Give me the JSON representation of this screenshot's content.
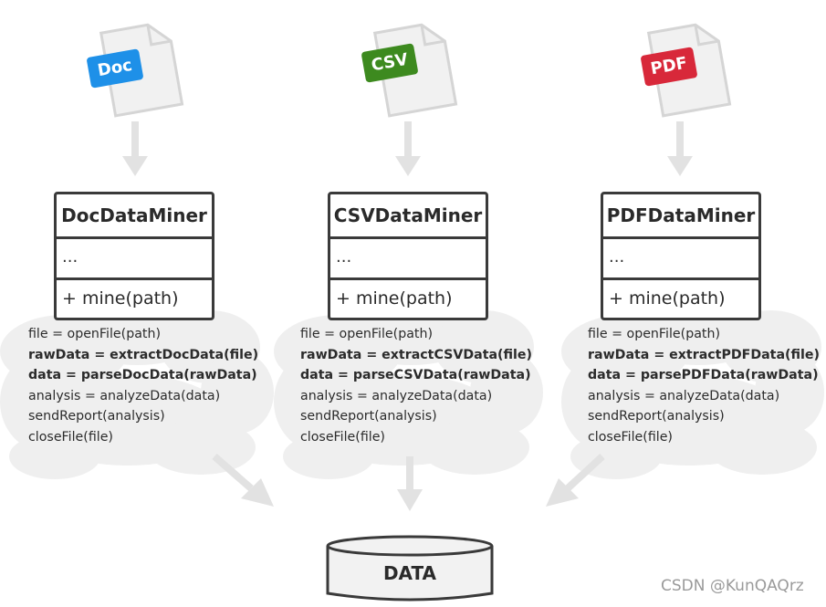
{
  "files": [
    {
      "label": "Doc",
      "color": "#1e90e8"
    },
    {
      "label": "CSV",
      "color": "#3d8a1f"
    },
    {
      "label": "PDF",
      "color": "#d8283a"
    }
  ],
  "classes": [
    {
      "name": "DocDataMiner",
      "fields": "...",
      "method": "+ mine(path)"
    },
    {
      "name": "CSVDataMiner",
      "fields": "...",
      "method": "+ mine(path)"
    },
    {
      "name": "PDFDataMiner",
      "fields": "...",
      "method": "+ mine(path)"
    }
  ],
  "code": [
    [
      "file = openFile(path)",
      "rawData = extractDocData(file)",
      "data = parseDocData(rawData)",
      "analysis = analyzeData(data)",
      "sendReport(analysis)",
      "closeFile(file)"
    ],
    [
      "file = openFile(path)",
      "rawData = extractCSVData(file)",
      "data = parseCSVData(rawData)",
      "analysis = analyzeData(data)",
      "sendReport(analysis)",
      "closeFile(file)"
    ],
    [
      "file = openFile(path)",
      "rawData = extractPDFData(file)",
      "data = parsePDFData(rawData)",
      "analysis = analyzeData(data)",
      "sendReport(analysis)",
      "closeFile(file)"
    ]
  ],
  "database": {
    "label": "DATA"
  },
  "watermark": "CSDN @KunQAQrz",
  "colors": {
    "arrow": "#e2e2e2",
    "cloud": "#efefef",
    "border": "#3a3a3a",
    "paper": "#f1f1f1"
  }
}
